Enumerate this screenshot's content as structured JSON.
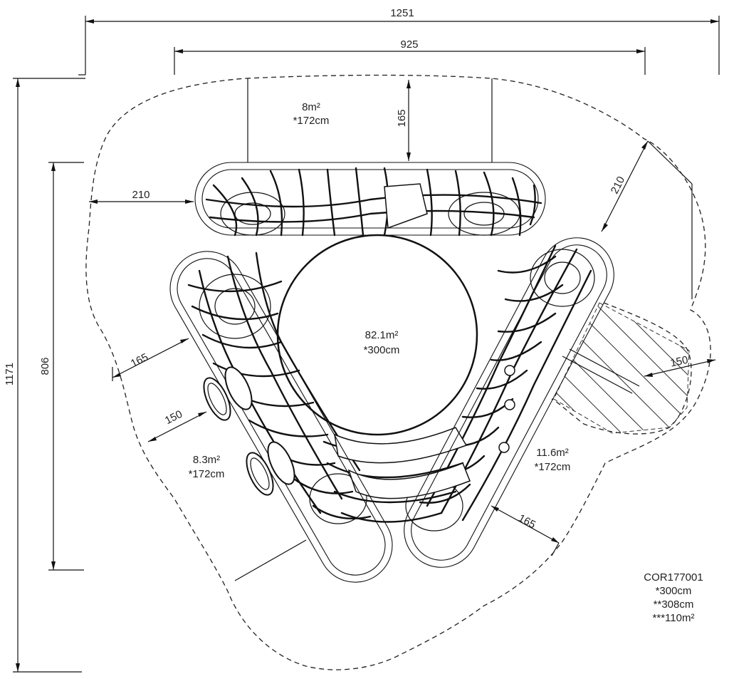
{
  "product_code": "COR177001",
  "legend": {
    "height_main": "*300cm",
    "height_alt": "**308cm",
    "area_total": "***110m²"
  },
  "dimensions": {
    "overall_width": "1251",
    "inner_width": "925",
    "overall_height": "1171",
    "inner_height": "806",
    "top_zone": "165",
    "left_top": "210",
    "right_top": "210",
    "left_mid": "165",
    "left_low": "150",
    "right_low": "150",
    "bottom_right": "165"
  },
  "zones": {
    "top": {
      "area": "8m²",
      "height": "*172cm"
    },
    "center": {
      "area": "82.1m²",
      "height": "*300cm"
    },
    "left": {
      "area": "8.3m²",
      "height": "*172cm"
    },
    "right": {
      "area": "11.6m²",
      "height": "*172cm"
    }
  }
}
